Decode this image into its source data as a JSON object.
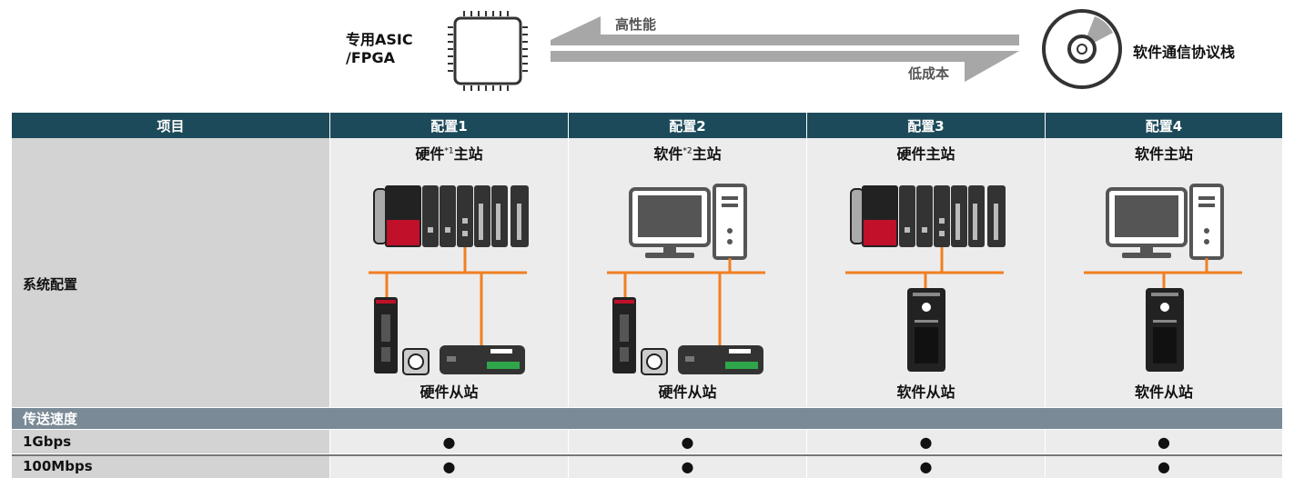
{
  "legend": {
    "asic_label": "专用ASIC\n/FPGA",
    "high_perf": "高性能",
    "low_cost": "低成本",
    "software_stack": "软件通信协议栈"
  },
  "table": {
    "headers": [
      "项目",
      "配置1",
      "配置2",
      "配置3",
      "配置4"
    ],
    "system_config_label": "系统配置",
    "configs": [
      {
        "master_text": "硬件",
        "master_note": "*1",
        "master_suffix": "主站",
        "slave": "硬件从站"
      },
      {
        "master_text": "软件",
        "master_note": "*2",
        "master_suffix": "主站",
        "slave": "硬件从站"
      },
      {
        "master_text": "硬件主站",
        "master_note": "",
        "master_suffix": "",
        "slave": "软件从站"
      },
      {
        "master_text": "软件主站",
        "master_note": "",
        "master_suffix": "",
        "slave": "软件从站"
      }
    ],
    "speed_section": "传送速度",
    "speeds": [
      {
        "label": "1Gbps",
        "marks": [
          "●",
          "●",
          "●",
          "●"
        ]
      },
      {
        "label": "100Mbps",
        "marks": [
          "●",
          "●",
          "●",
          "●"
        ]
      }
    ]
  },
  "colors": {
    "header": "#1d4a5a",
    "section": "#7a8a96",
    "link": "#f07f22",
    "plc_red": "#c0102a"
  }
}
